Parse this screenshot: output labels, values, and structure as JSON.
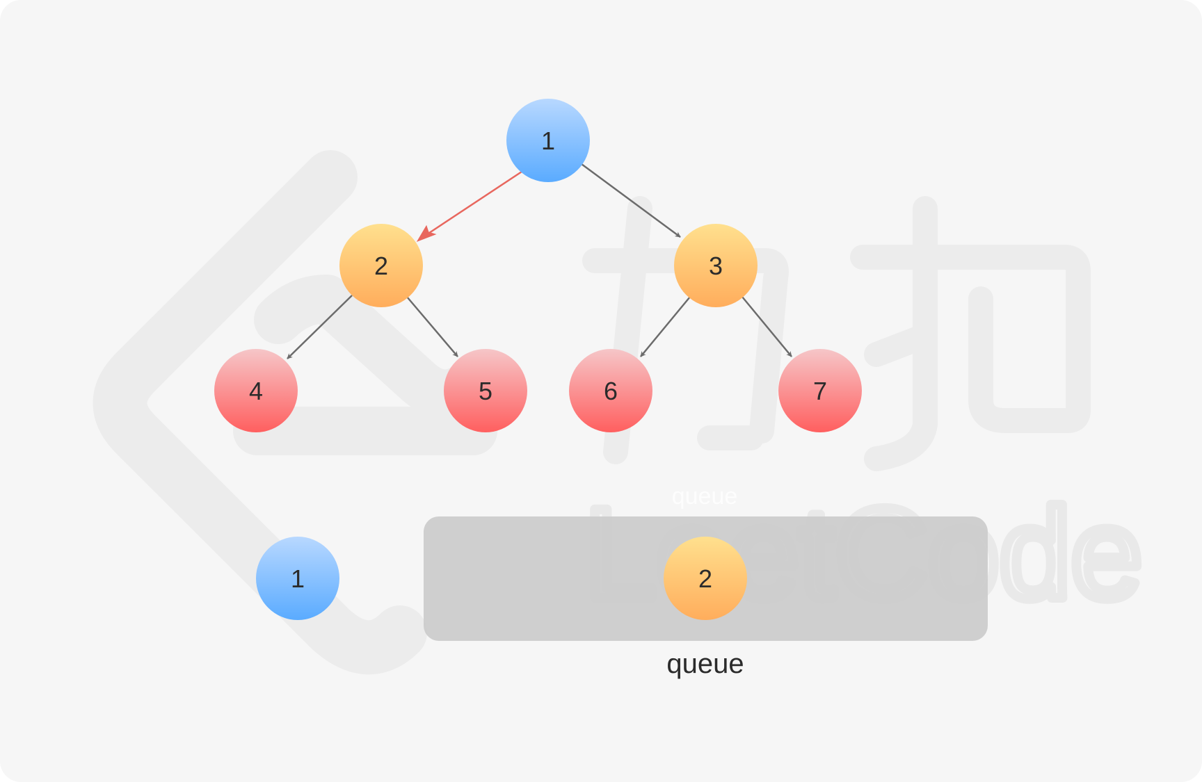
{
  "tree": {
    "nodes": [
      {
        "id": "1",
        "label": "1",
        "level": "root"
      },
      {
        "id": "2",
        "label": "2",
        "level": "middle"
      },
      {
        "id": "3",
        "label": "3",
        "level": "middle"
      },
      {
        "id": "4",
        "label": "4",
        "level": "leaf"
      },
      {
        "id": "5",
        "label": "5",
        "level": "leaf"
      },
      {
        "id": "6",
        "label": "6",
        "level": "leaf"
      },
      {
        "id": "7",
        "label": "7",
        "level": "leaf"
      }
    ],
    "edges": [
      {
        "from": "1",
        "to": "2",
        "highlighted": true
      },
      {
        "from": "1",
        "to": "3",
        "highlighted": false
      },
      {
        "from": "2",
        "to": "4",
        "highlighted": false
      },
      {
        "from": "2",
        "to": "5",
        "highlighted": false
      },
      {
        "from": "3",
        "to": "6",
        "highlighted": false
      },
      {
        "from": "3",
        "to": "7",
        "highlighted": false
      }
    ]
  },
  "current": {
    "label": "1"
  },
  "queue": {
    "label": "queue",
    "ghost_label": "queue",
    "items": [
      "2"
    ]
  },
  "colors": {
    "background": "#f6f6f6",
    "blue": "#6eb6ff",
    "orange": "#ffbb63",
    "red": "#ff6b6b",
    "edge": "#6b6b6b",
    "edge_highlight": "#e8675e",
    "queue_box": "#cccccc"
  }
}
